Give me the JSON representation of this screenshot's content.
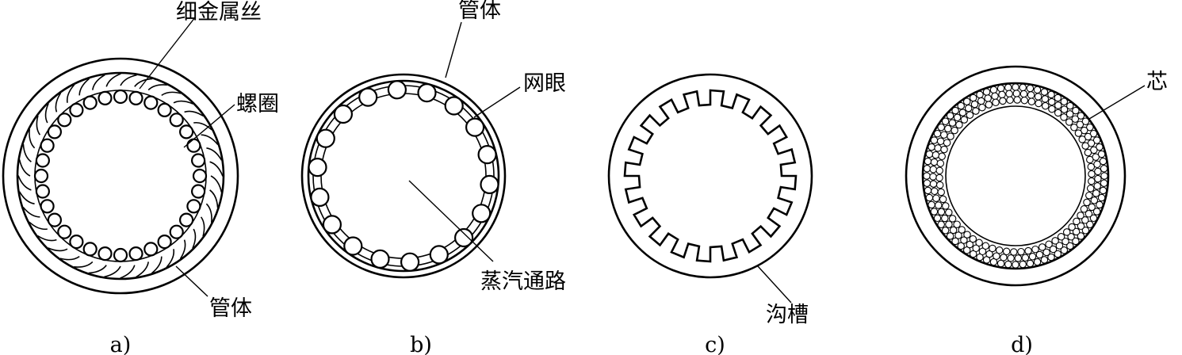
{
  "panel_a": {
    "caption": "a)",
    "label_wire": "细金属丝",
    "label_coil": "螺圈",
    "label_tube": "管体"
  },
  "panel_b": {
    "caption": "b)",
    "label_tube": "管体",
    "label_mesh": "网眼",
    "label_vapor": "蒸汽通路"
  },
  "panel_c": {
    "caption": "c)",
    "label_groove": "沟槽"
  },
  "panel_d": {
    "caption": "d)",
    "label_core": "芯"
  }
}
